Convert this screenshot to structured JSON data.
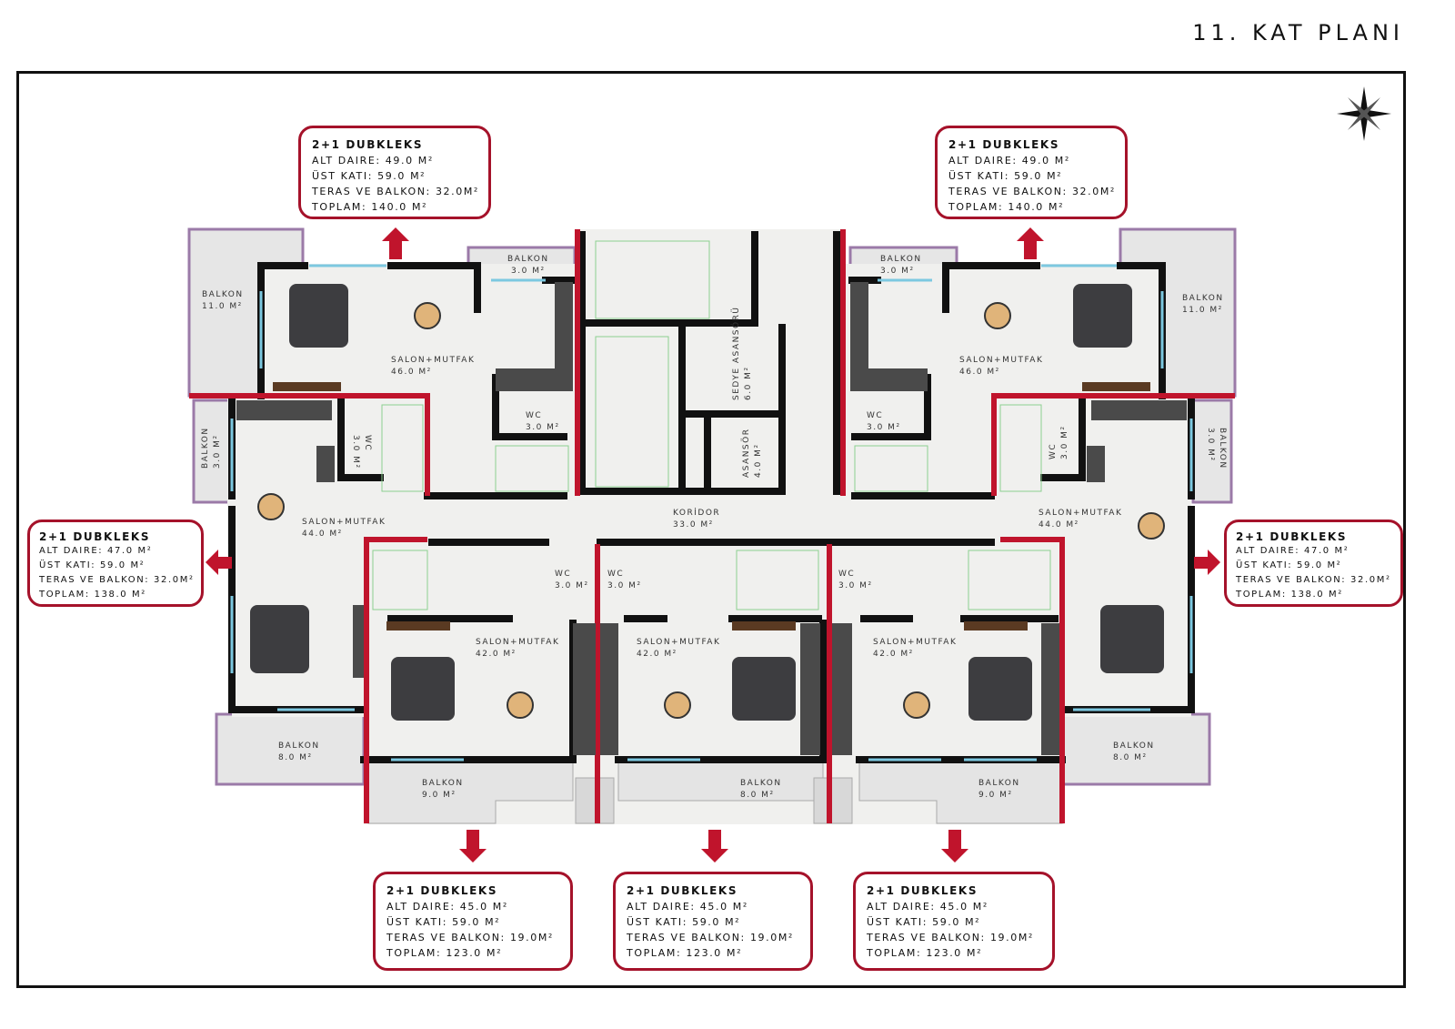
{
  "title": "11. KAT PLANI",
  "colors": {
    "accent_red": "#a5122a",
    "wall_red": "#c0142c",
    "balcony_stroke": "#9b7aa8",
    "wall": "#111111"
  },
  "info_boxes": [
    {
      "type": "2+1 DUBKLEKS",
      "alt": "ALT DAIRE: 49.0 M²",
      "ust": "ÜST KATI: 59.0 M²",
      "teras": "TERAS VE BALKON: 32.0M²",
      "toplam": "TOPLAM: 140.0 M²"
    },
    {
      "type": "2+1 DUBKLEKS",
      "alt": "ALT DAIRE: 49.0 M²",
      "ust": "ÜST KATI: 59.0 M²",
      "teras": "TERAS VE BALKON: 32.0M²",
      "toplam": "TOPLAM: 140.0 M²"
    },
    {
      "type": "2+1 DUBKLEKS",
      "alt": "ALT DAIRE: 47.0 M²",
      "ust": "ÜST KATI: 59.0 M²",
      "teras": "TERAS VE BALKON: 32.0M²",
      "toplam": "TOPLAM: 138.0 M²"
    },
    {
      "type": "2+1 DUBKLEKS",
      "alt": "ALT DAIRE: 47.0 M²",
      "ust": "ÜST KATI: 59.0 M²",
      "teras": "TERAS VE BALKON: 32.0M²",
      "toplam": "TOPLAM: 138.0 M²"
    },
    {
      "type": "2+1 DUBKLEKS",
      "alt": "ALT DAIRE: 45.0 M²",
      "ust": "ÜST KATI: 59.0 M²",
      "teras": "TERAS VE BALKON: 19.0M²",
      "toplam": "TOPLAM: 123.0 M²"
    },
    {
      "type": "2+1 DUBKLEKS",
      "alt": "ALT DAIRE: 45.0 M²",
      "ust": "ÜST KATI: 59.0 M²",
      "teras": "TERAS VE BALKON: 19.0M²",
      "toplam": "TOPLAM: 123.0 M²"
    },
    {
      "type": "2+1 DUBKLEKS",
      "alt": "ALT DAIRE: 45.0 M²",
      "ust": "ÜST KATI: 59.0 M²",
      "teras": "TERAS VE BALKON: 19.0M²",
      "toplam": "TOPLAM: 123.0 M²"
    }
  ],
  "rooms": [
    {
      "name": "BALKON",
      "area": "11.0 M²"
    },
    {
      "name": "BALKON",
      "area": "3.0 M²"
    },
    {
      "name": "SALON+MUTFAK",
      "area": "46.0 M²"
    },
    {
      "name": "WC",
      "area": "3.0 M²"
    },
    {
      "name": "WC",
      "area": "3.0 M²"
    },
    {
      "name": "BALKON",
      "area": "3.0 M²"
    },
    {
      "name": "SALON+MUTFAK",
      "area": "44.0 M²"
    },
    {
      "name": "KORİDOR",
      "area": "33.0 M²"
    },
    {
      "name": "SEDYE ASANSÖRÜ",
      "area": "6.0 M²"
    },
    {
      "name": "ASANSÖR",
      "area": "4.0 M²"
    },
    {
      "name": "BALKON",
      "area": "3.0 M²"
    },
    {
      "name": "BALKON",
      "area": "11.0 M²"
    },
    {
      "name": "SALON+MUTFAK",
      "area": "46.0 M²"
    },
    {
      "name": "WC",
      "area": "3.0 M²"
    },
    {
      "name": "WC",
      "area": "3.0 M²"
    },
    {
      "name": "BALKON",
      "area": "3.0 M²"
    },
    {
      "name": "SALON+MUTFAK",
      "area": "44.0 M²"
    },
    {
      "name": "WC",
      "area": "3.0 M²"
    },
    {
      "name": "WC",
      "area": "3.0 M²"
    },
    {
      "name": "WC",
      "area": "3.0 M²"
    },
    {
      "name": "SALON+MUTFAK",
      "area": "42.0 M²"
    },
    {
      "name": "SALON+MUTFAK",
      "area": "42.0 M²"
    },
    {
      "name": "SALON+MUTFAK",
      "area": "42.0 M²"
    },
    {
      "name": "BALKON",
      "area": "8.0 M²"
    },
    {
      "name": "BALKON",
      "area": "9.0 M²"
    },
    {
      "name": "BALKON",
      "area": "8.0 M²"
    },
    {
      "name": "BALKON",
      "area": "9.0 M²"
    },
    {
      "name": "BALKON",
      "area": "8.0 M²"
    }
  ]
}
